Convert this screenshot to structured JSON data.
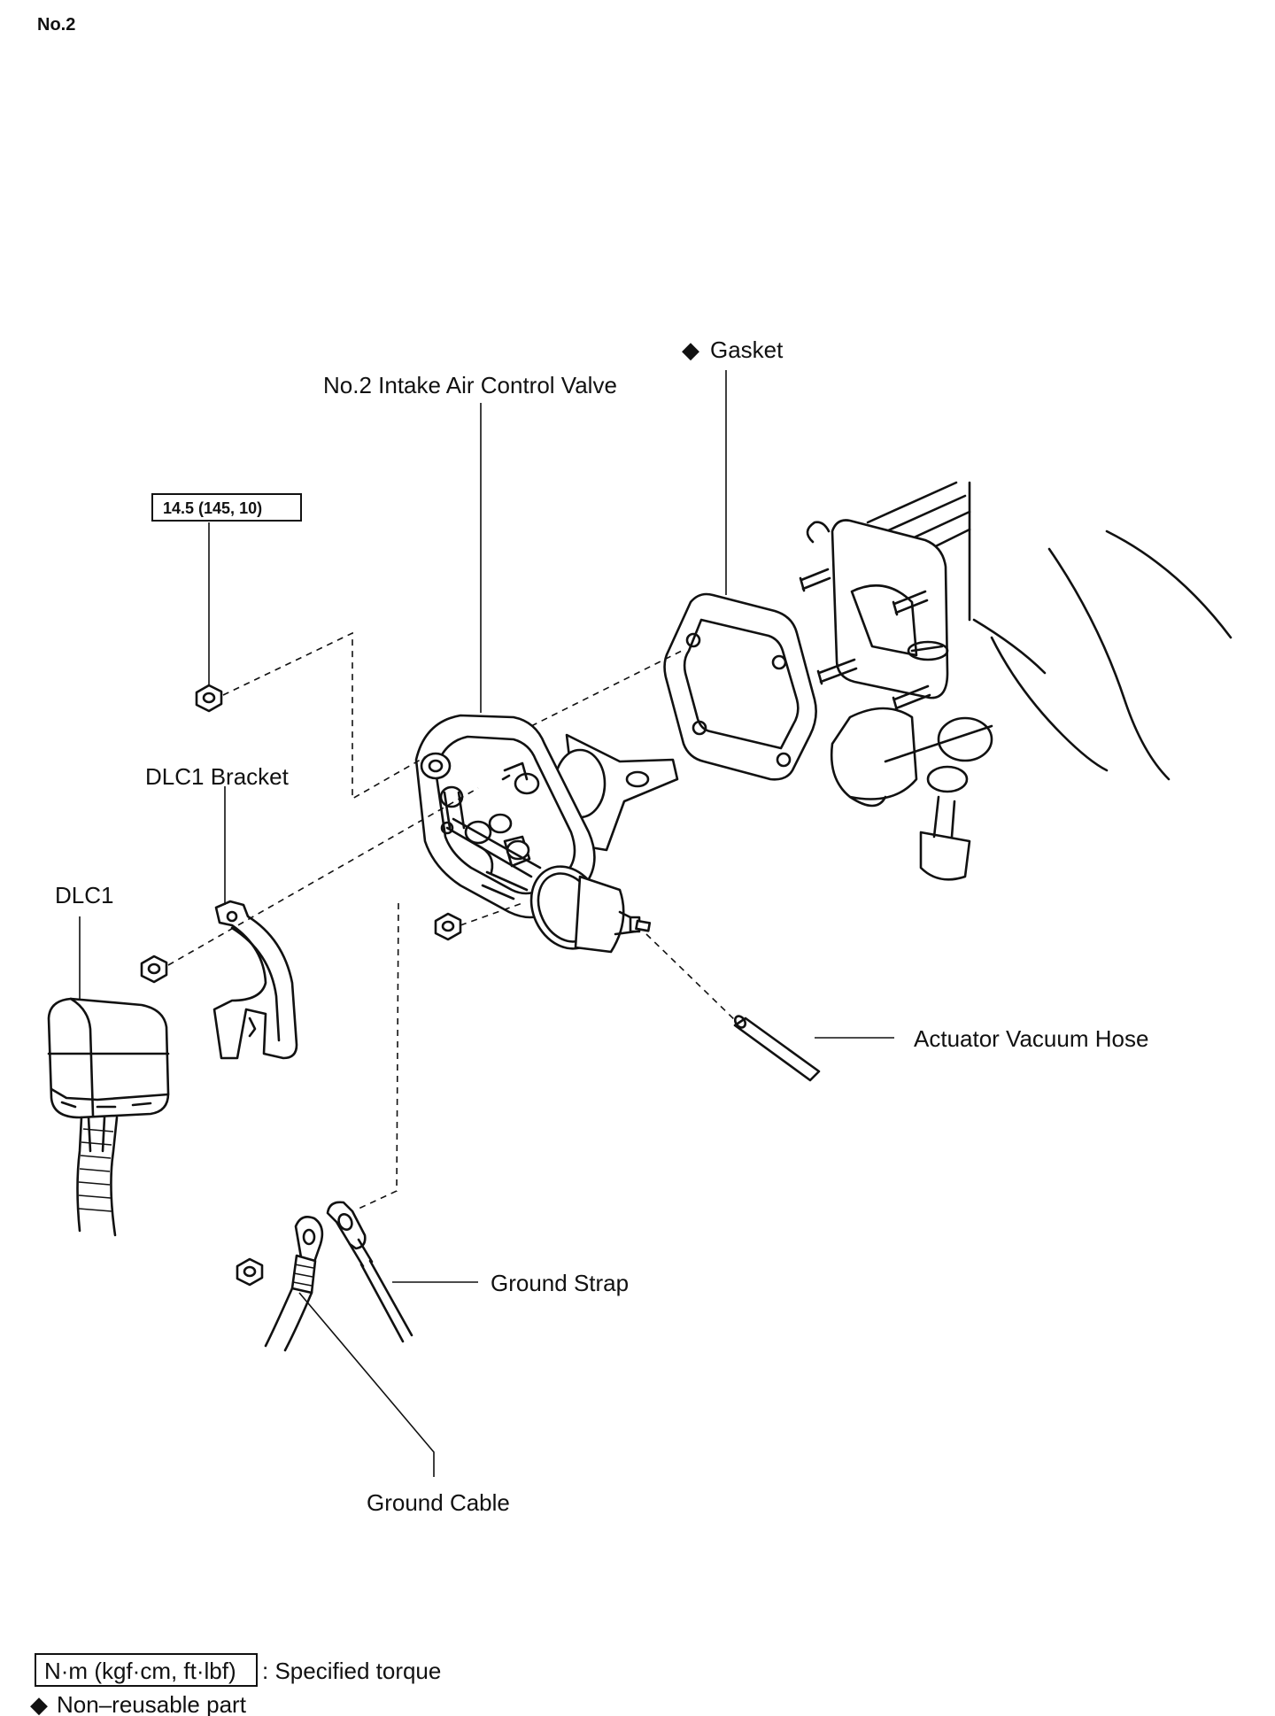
{
  "page": {
    "number": "No.2"
  },
  "torque_spec": {
    "value": "14.5 (145, 10)"
  },
  "labels": {
    "gasket_symbol": "◆",
    "gasket": "Gasket",
    "valve": "No.2 Intake Air Control Valve",
    "dlc1_bracket": "DLC1 Bracket",
    "dlc1": "DLC1",
    "actuator_hose": "Actuator Vacuum Hose",
    "ground_strap": "Ground Strap",
    "ground_cable": "Ground Cable"
  },
  "legend": {
    "torque_units": "N·m (kgf·cm, ft·lbf)",
    "torque_text": ": Specified torque",
    "nonreusable_symbol": "◆",
    "nonreusable_text": "Non–reusable part"
  }
}
